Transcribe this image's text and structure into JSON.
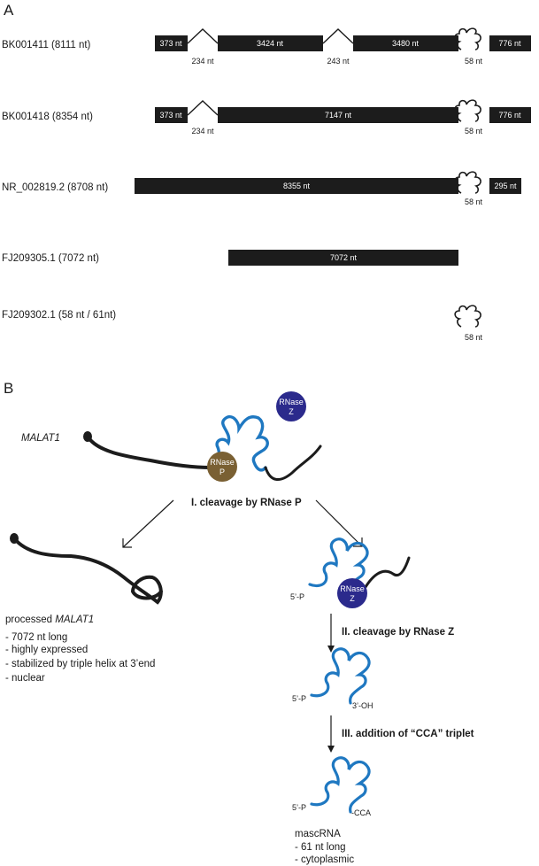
{
  "panel_a": {
    "letter": "A",
    "rows": [
      {
        "label": "BK001411 (8111 nt)",
        "segments": [
          "373 nt",
          "3424 nt",
          "3480 nt",
          "776 nt"
        ],
        "introns": [
          "234 nt",
          "243 nt"
        ],
        "loop": "58 nt"
      },
      {
        "label": "BK001418 (8354 nt)",
        "segments": [
          "373 nt",
          "7147 nt",
          "776 nt"
        ],
        "introns": [
          "234 nt"
        ],
        "loop": "58 nt"
      },
      {
        "label": "NR_002819.2 (8708 nt)",
        "segments": [
          "8355 nt",
          "295 nt"
        ],
        "loop": "58 nt"
      },
      {
        "label": "FJ209305.1 (7072 nt)",
        "segments": [
          "7072 nt"
        ]
      },
      {
        "label": "FJ209302.1 (58 nt / 61nt)",
        "loop": "58 nt"
      }
    ]
  },
  "panel_b": {
    "letter": "B",
    "gene_label": "MALAT1",
    "rnase_p": "RNase\nP",
    "rnase_z": "RNase\nZ",
    "step1": "I. cleavage by RNase P",
    "step2": "II. cleavage by RNase Z",
    "step3": "III. addition of “CCA” triplet",
    "five_p": "5’-P",
    "three_oh": "3’-OH",
    "cca": "-CCA",
    "processed_title_prefix": "processed ",
    "processed_title_italic": "MALAT1",
    "processed_notes": [
      "- 7072 nt long",
      "- highly expressed",
      "- stabilized by triple helix at 3’end",
      "- nuclear"
    ],
    "masc_title": "mascRNA",
    "masc_notes": [
      "- 61 nt long",
      "- cytoplasmic"
    ]
  },
  "colors": {
    "bar": "#1c1c1c",
    "blue": "#1f78c1",
    "rnase_p": "#7a6033",
    "rnase_z": "#2b2a8c"
  }
}
